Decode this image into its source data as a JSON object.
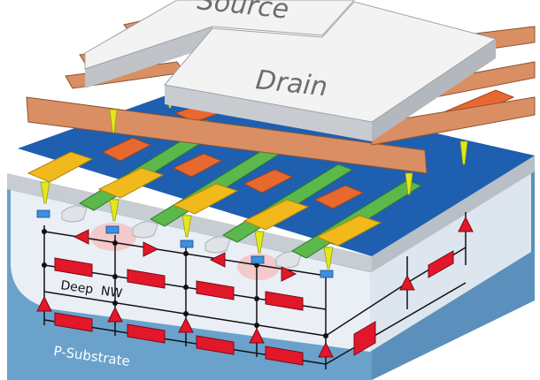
{
  "labels": {
    "source": "Source",
    "drain": "Drain",
    "deep_well": "Deep  NW",
    "substrate": "P-Substrate"
  },
  "colors": {
    "substrate": "#6aa2cc",
    "deep_well": "#e9eff5",
    "metal_pad": "#f3f3f3",
    "copper": "#d98f63",
    "orange": "#e8692f",
    "gold": "#f2b91c",
    "green": "#5cb84a",
    "blue_layer": "#1e5fb0",
    "via": "#e3e81e",
    "resistor": "#e3172a",
    "diode": "#e3172a"
  }
}
